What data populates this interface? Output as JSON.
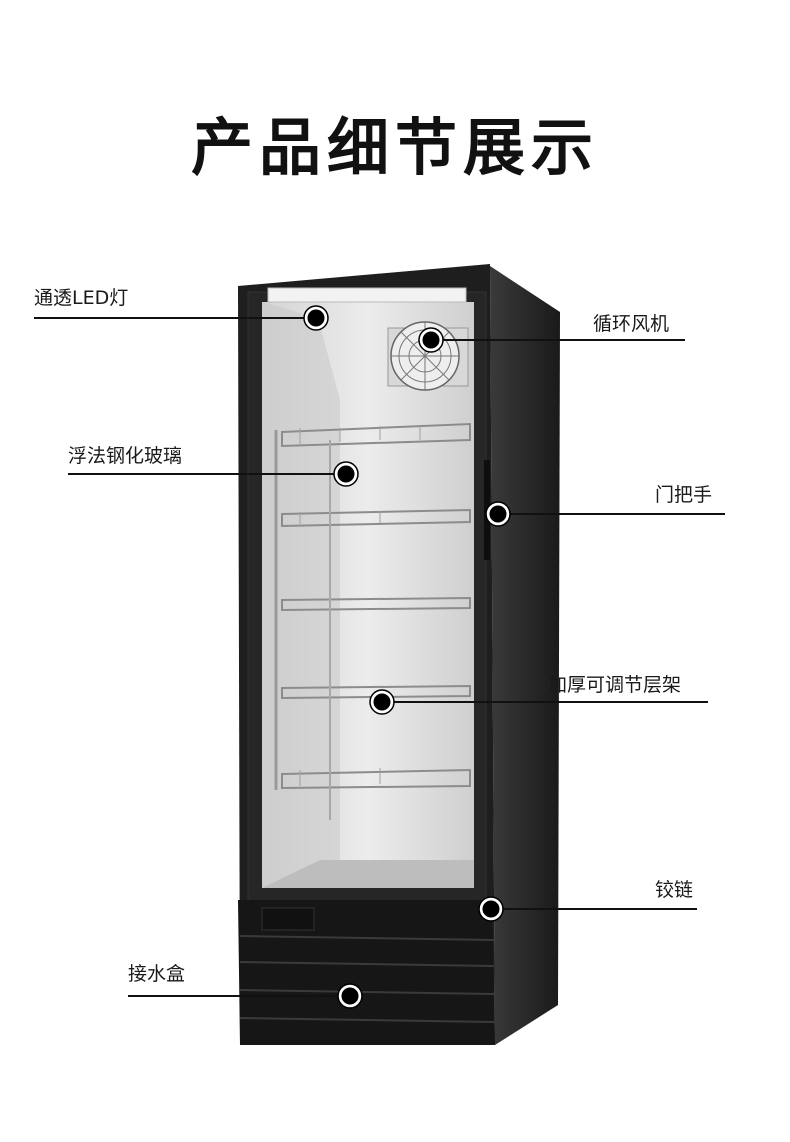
{
  "title": "产品细节展示",
  "callouts": {
    "led_light": "通透LED灯",
    "fan": "循环风机",
    "glass": "浮法钢化玻璃",
    "handle": "门把手",
    "shelf": "加厚可调节层架",
    "hinge": "铰链",
    "drip_tray": "接水盒"
  },
  "colors": {
    "cabinet": "#1c1c1c",
    "interior": "#e4e4e4",
    "line": "#111111"
  }
}
